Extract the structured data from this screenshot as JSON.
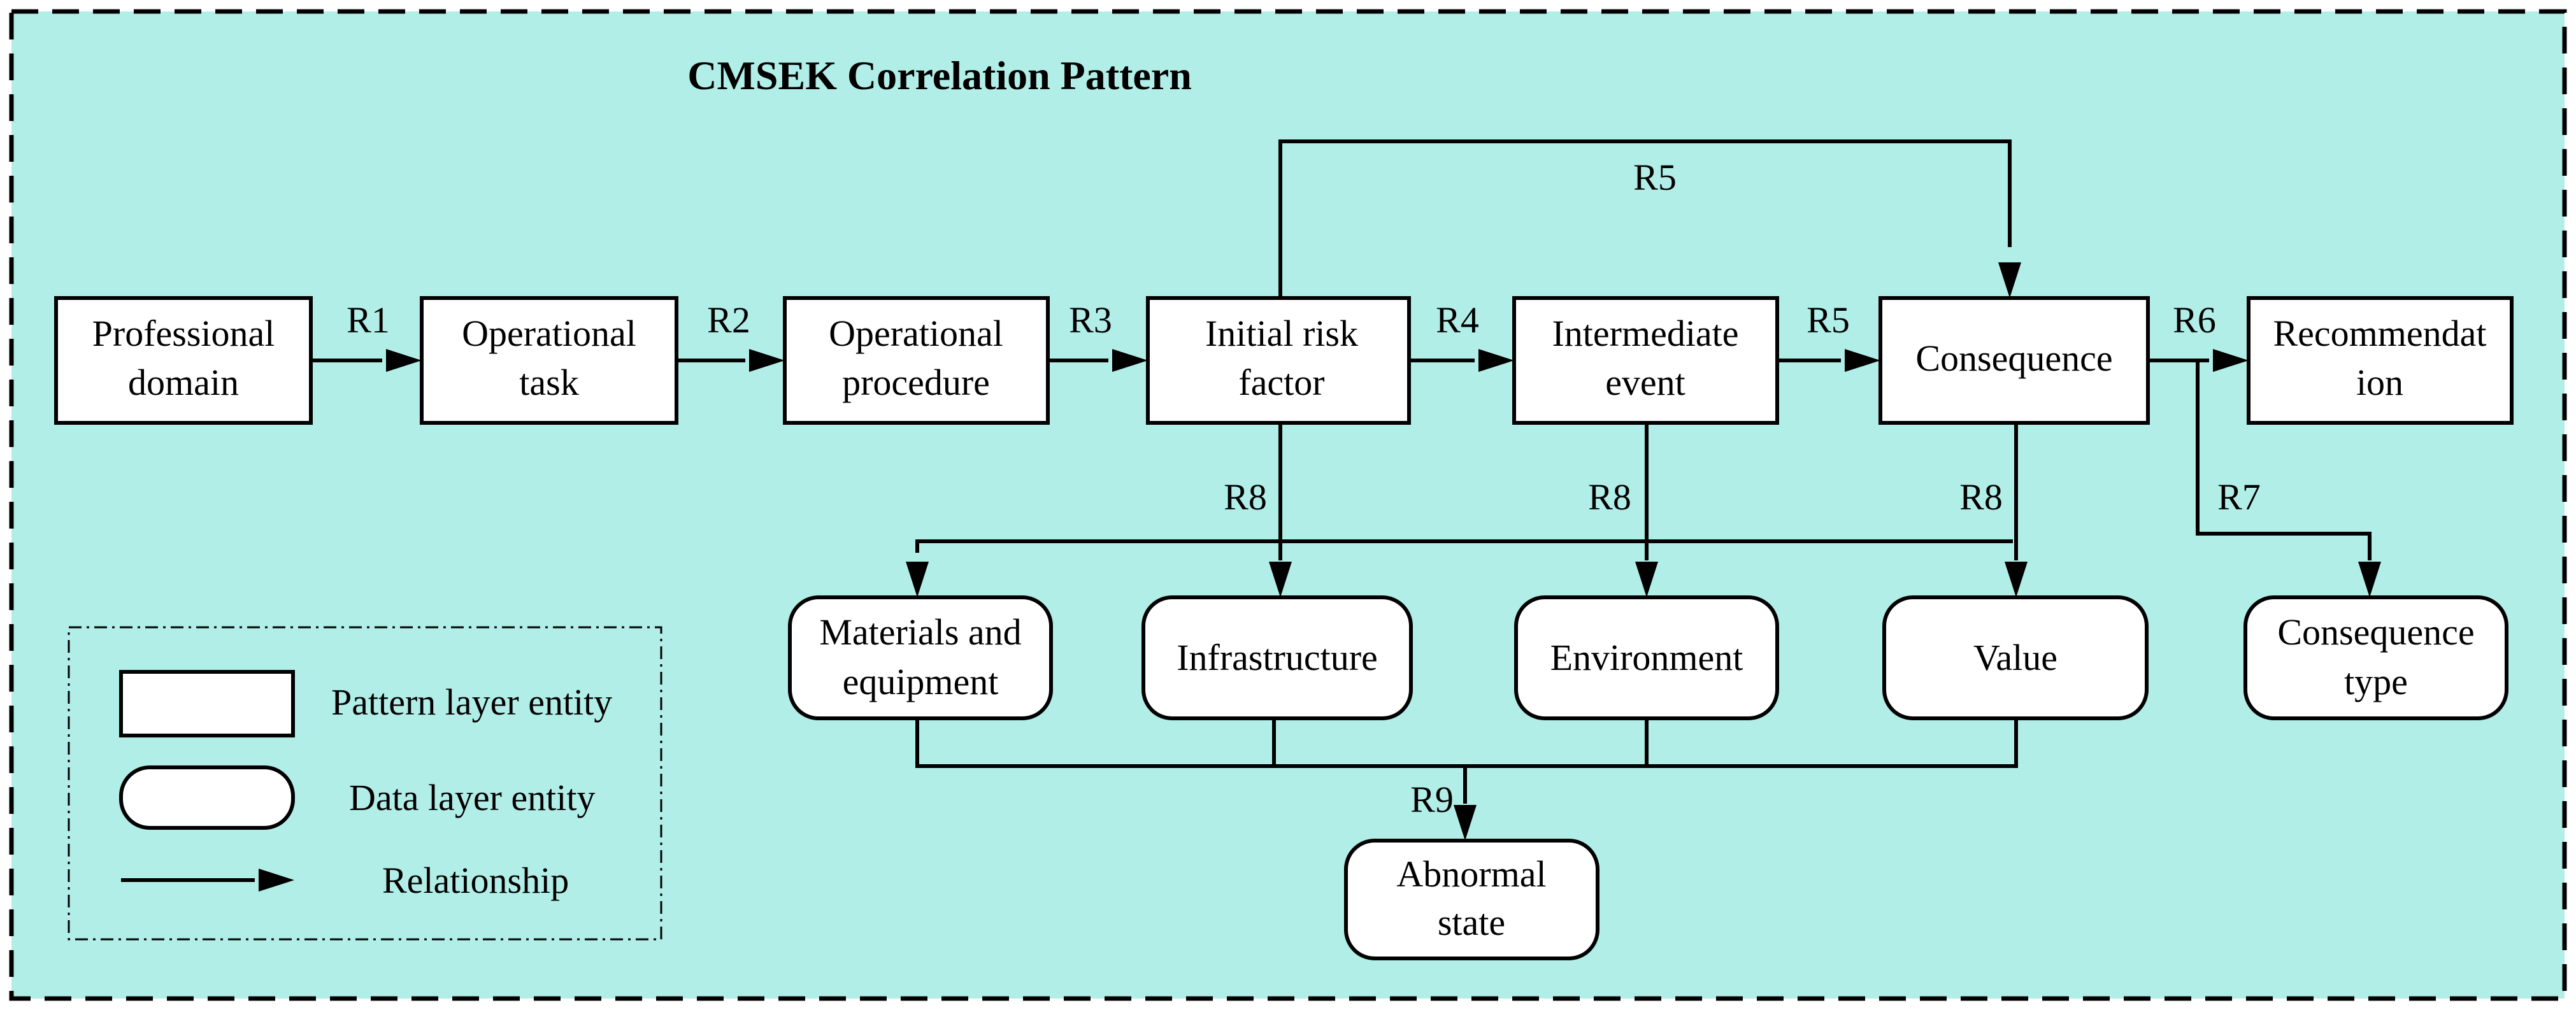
{
  "diagram": {
    "title": "CMSEK Correlation Pattern",
    "colors": {
      "background": "#B2EEE8",
      "node_fill": "#FFFFFF",
      "stroke": "#000000"
    },
    "pattern_nodes": {
      "professional_domain": [
        "Professional",
        "domain"
      ],
      "operational_task": [
        "Operational",
        "task"
      ],
      "operational_procedure": [
        "Operational",
        "procedure"
      ],
      "initial_risk_factor": [
        "Initial risk",
        "factor"
      ],
      "intermediate_event": [
        "Intermediate",
        "event"
      ],
      "consequence": [
        "Consequence"
      ],
      "recommendation": [
        "Recommendat",
        "ion"
      ]
    },
    "data_nodes": {
      "materials_and_equipment": [
        "Materials and",
        "equipment"
      ],
      "infrastructure": [
        "Infrastructure"
      ],
      "environment": [
        "Environment"
      ],
      "value": [
        "Value"
      ],
      "consequence_type": [
        "Consequence",
        "type"
      ],
      "abnormal_state": [
        "Abnormal",
        "state"
      ]
    },
    "relations": {
      "r1": "R1",
      "r2": "R2",
      "r3": "R3",
      "r4": "R4",
      "r5_top": "R5",
      "r5": "R5",
      "r6": "R6",
      "r7": "R7",
      "r8": "R8",
      "r9": "R9"
    },
    "legend": {
      "pattern_layer_entity": "Pattern layer entity",
      "data_layer_entity": "Data layer entity",
      "relationship": "Relationship"
    }
  }
}
